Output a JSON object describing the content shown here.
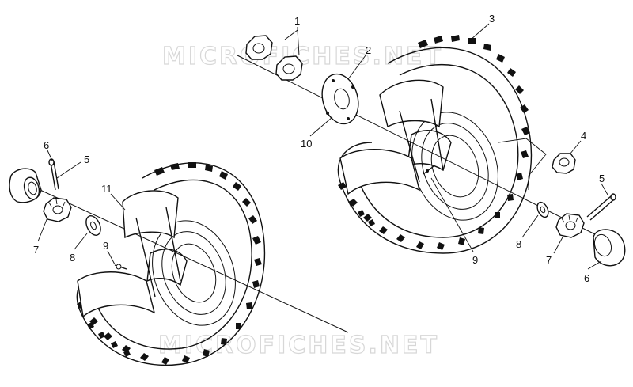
{
  "watermark": {
    "top": "MICROFICHES.NET",
    "bottom": "MICROFICHES.NET"
  },
  "callouts": {
    "c1": "1",
    "c2": "2",
    "c3": "3",
    "c4": "4",
    "c5_right": "5",
    "c5_left": "5",
    "c6_left": "6",
    "c6_right": "6",
    "c7_left": "7",
    "c7_right": "7",
    "c8_left": "8",
    "c8_right": "8",
    "c9_left": "9",
    "c9_right": "9",
    "c10": "10",
    "c11": "11"
  }
}
